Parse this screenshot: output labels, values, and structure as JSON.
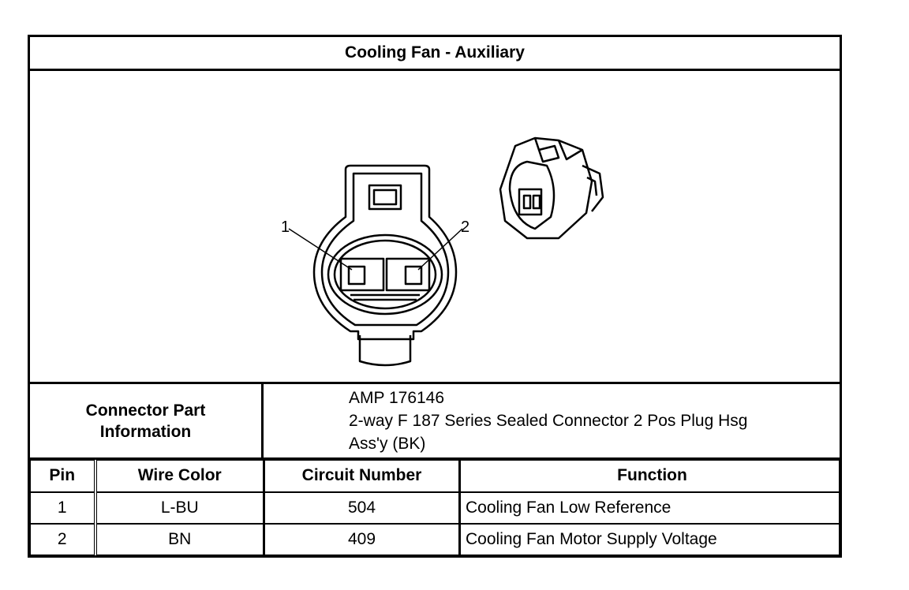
{
  "title": "Cooling Fan - Auxiliary",
  "figure": {
    "pin_callouts": [
      "1",
      "2"
    ]
  },
  "connector_part": {
    "label_line1": "Connector Part",
    "label_line2": "Information",
    "info_lines": [
      "AMP 176146",
      "2-way F 187 Series Sealed Connector 2 Pos Plug Hsg",
      "Ass'y (BK)"
    ]
  },
  "pin_table": {
    "headers": [
      "Pin",
      "Wire Color",
      "Circuit Number",
      "Function"
    ],
    "rows": [
      [
        "1",
        "L-BU",
        "504",
        "Cooling Fan Low Reference"
      ],
      [
        "2",
        "BN",
        "409",
        "Cooling Fan Motor Supply Voltage"
      ]
    ]
  }
}
